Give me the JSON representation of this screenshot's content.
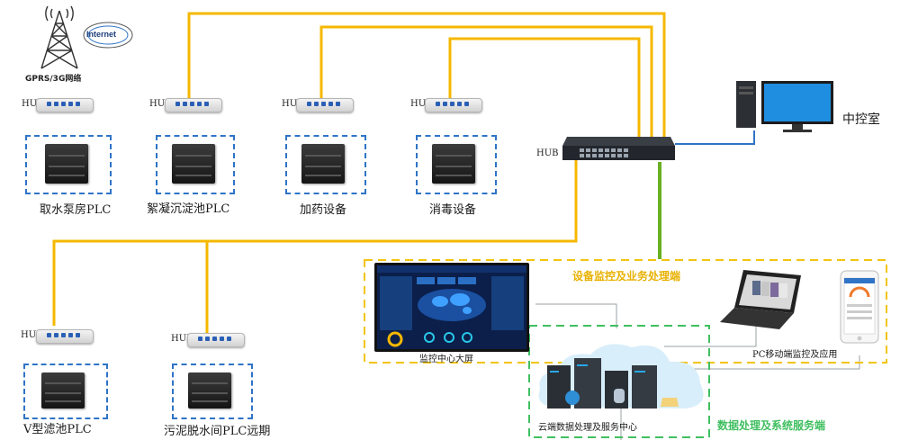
{
  "network": {
    "label": "GPRS/3G网络",
    "internet": "Internet"
  },
  "hub_label": "HUB",
  "central_hub_label": "HUB",
  "control_room": {
    "label": "中控室"
  },
  "devices": [
    {
      "label": "取水泵房PLC"
    },
    {
      "label": "絮凝沉淀池PLC"
    },
    {
      "label": "加药设备"
    },
    {
      "label": "消毒设备"
    },
    {
      "label": "V型滤池PLC"
    },
    {
      "label": "污泥脱水间PLC远期"
    }
  ],
  "zones": {
    "monitoring": {
      "title": "设备监控及业务处理端",
      "color": "#f2c40f"
    },
    "data": {
      "title": "数据处理及系统服务端",
      "color": "#3fbf5f"
    }
  },
  "big_screen": {
    "label": "监控中心大屏"
  },
  "cloud": {
    "label": "云端数据处理及服务中心"
  },
  "mobile": {
    "label": "PC移动端监控及应用"
  },
  "colors": {
    "yellow_wire": "#f5b800",
    "green_wire": "#6ab023",
    "blue_wire": "#2f74c6",
    "plc_border": "#2f74c6"
  }
}
